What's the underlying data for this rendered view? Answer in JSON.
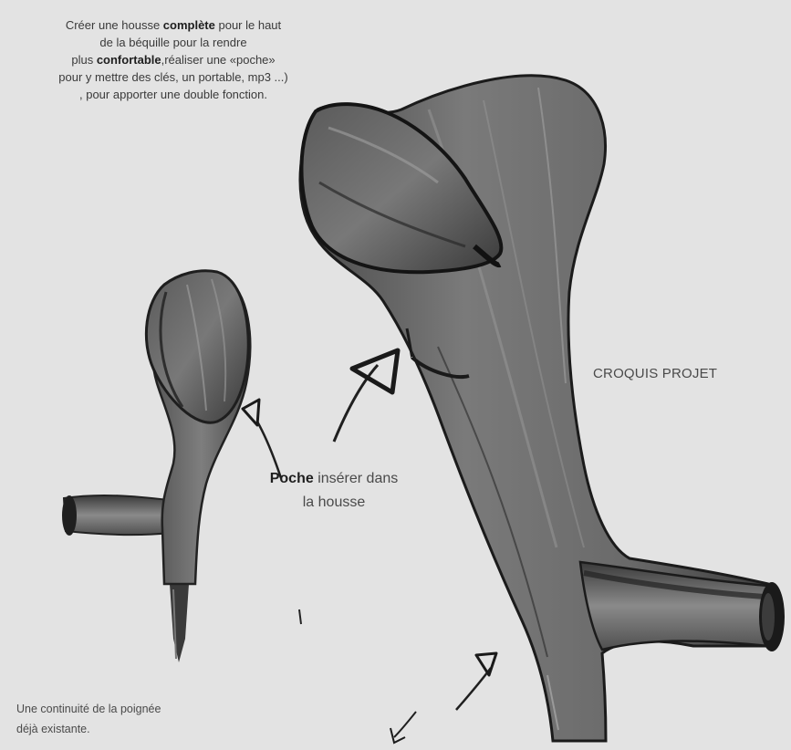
{
  "notes": {
    "intro": {
      "line1_a": "Créer une housse ",
      "line1_b": "complète",
      "line1_c": " pour le haut",
      "line2": "de la béquille pour la rendre",
      "line3_a": "plus ",
      "line3_b": "confortable",
      "line3_c": ",réaliser une «poche»",
      "line4": "pour y mettre des clés, un portable, mp3 ...)",
      "line5": ", pour apporter une double fonction."
    },
    "title": "CROQUIS PROJET",
    "pocket": {
      "bold": "Poche",
      "rest": " insérer dans",
      "line2": "la housse"
    },
    "grip": {
      "line1": "Une continuité de la poignée",
      "line2": "déjà existante."
    }
  },
  "drawings": [
    "small-crutch-sketch",
    "large-crutch-sketch"
  ],
  "colors": {
    "paper": "#e3e3e3",
    "ink": "#1e1e1e",
    "shade_dark": "#4d4d4d",
    "shade_mid": "#6f6f6f",
    "shade_light": "#8d8d8d"
  }
}
